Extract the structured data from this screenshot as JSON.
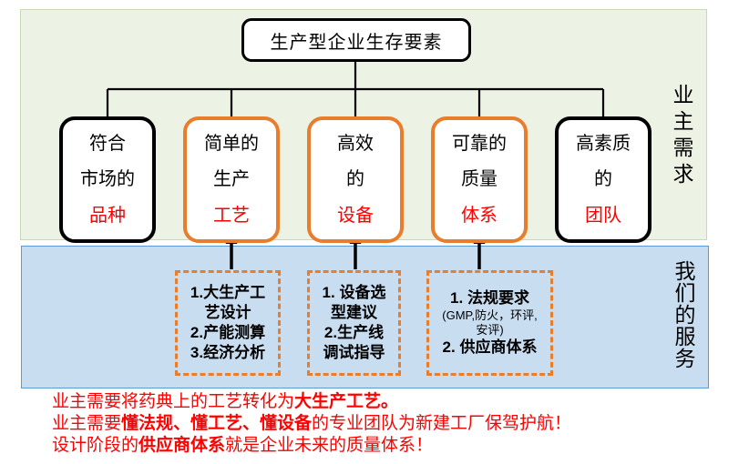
{
  "title_box": "生产型企业生存要素",
  "side_labels": {
    "owner_needs": "业主需求",
    "our_services": "我们的服务"
  },
  "factors": [
    {
      "lines": [
        "符合",
        "市场的"
      ],
      "highlight": "品种",
      "border": "black"
    },
    {
      "lines": [
        "简单的",
        "生产"
      ],
      "highlight": "工艺",
      "border": "orange"
    },
    {
      "lines": [
        "高效",
        "的"
      ],
      "highlight": "设备",
      "border": "orange"
    },
    {
      "lines": [
        "可靠的",
        "质量"
      ],
      "highlight": "体系",
      "border": "orange"
    },
    {
      "lines": [
        "高素质",
        "的"
      ],
      "highlight": "团队",
      "border": "black"
    }
  ],
  "services": [
    {
      "lines": [
        "1.大生产工",
        "艺设计",
        "2.产能测算",
        "3.经济分析"
      ]
    },
    {
      "lines": [
        "1. 设备选",
        "型建议",
        "2.生产线",
        "调试指导"
      ]
    },
    {
      "line1": "1. 法规要求",
      "note1": "(GMP,防火，环评,",
      "note2": "安评)",
      "line2": "2. 供应商体系"
    }
  ],
  "footnotes": [
    {
      "pre": "业主需要将药典上的工艺转化为",
      "bold": "大生产工艺。",
      "post": ""
    },
    {
      "pre": "业主需要",
      "bold": "懂法规、懂工艺、懂设备",
      "post": "的专业团队为新建工厂保驾护航！"
    },
    {
      "pre": "设计阶段的",
      "bold": "供应商体系",
      "post": "就是企业未来的质量体系！"
    }
  ],
  "colors": {
    "green_bg": "#ecf2e4",
    "blue_bg": "#c9ddf1",
    "blue_border": "#5b9bd5",
    "orange_accent": "#e87d2c",
    "highlight_red": "#ff0000",
    "line_black": "#000000"
  }
}
